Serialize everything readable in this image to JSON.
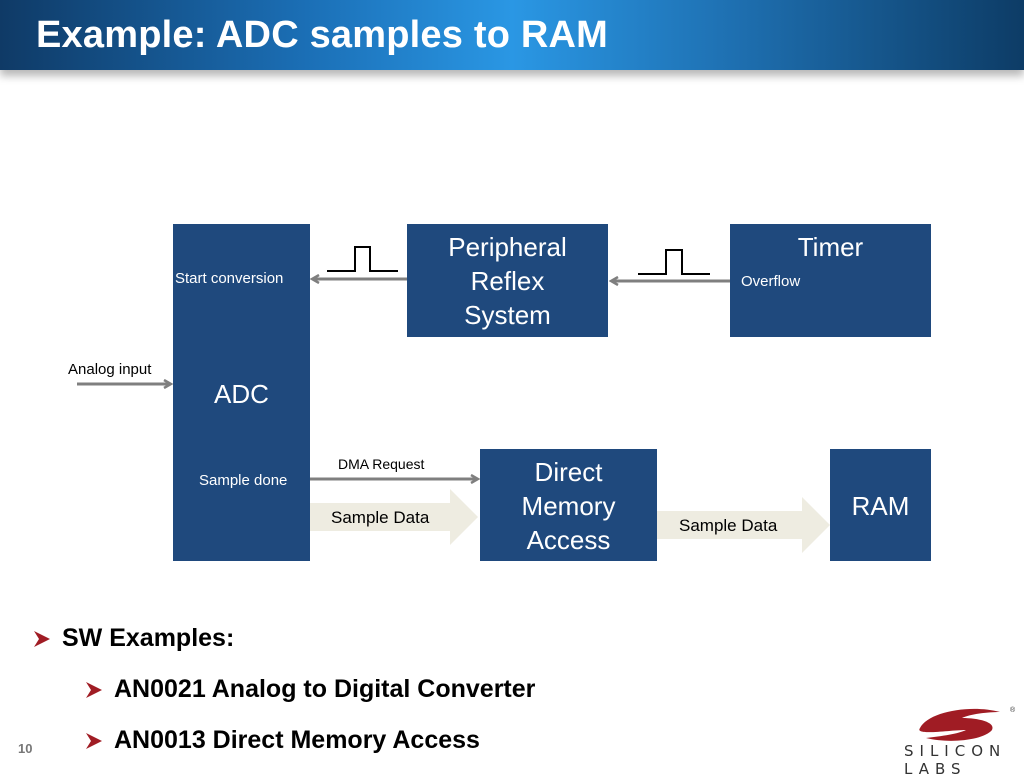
{
  "slide": {
    "title": "Example: ADC samples to RAM",
    "page_number": "10"
  },
  "diagram": {
    "blocks": {
      "adc": {
        "label": "ADC",
        "start_label": "Start conversion",
        "done_label": "Sample done"
      },
      "prs": {
        "label_lines": [
          "Peripheral",
          "Reflex",
          "System"
        ]
      },
      "timer": {
        "label": "Timer",
        "sub_label": "Overflow"
      },
      "dma": {
        "label_lines": [
          "Direct",
          "Memory",
          "Access"
        ]
      },
      "ram": {
        "label": "RAM"
      }
    },
    "signals": {
      "analog_input": "Analog input",
      "dma_request": "DMA Request",
      "sample_data_1": "Sample Data",
      "sample_data_2": "Sample Data"
    },
    "colors": {
      "block": "#1f497d",
      "arrow": "#7f7f7f",
      "data_arrow": "#eeece1",
      "bullet": "#a01c24"
    }
  },
  "bullets": {
    "heading": "SW Examples:",
    "items": [
      "AN0021 Analog to Digital Converter",
      "AN0013 Direct Memory Access"
    ]
  },
  "logo": {
    "text": "SILICON LABS",
    "registered": "®"
  }
}
